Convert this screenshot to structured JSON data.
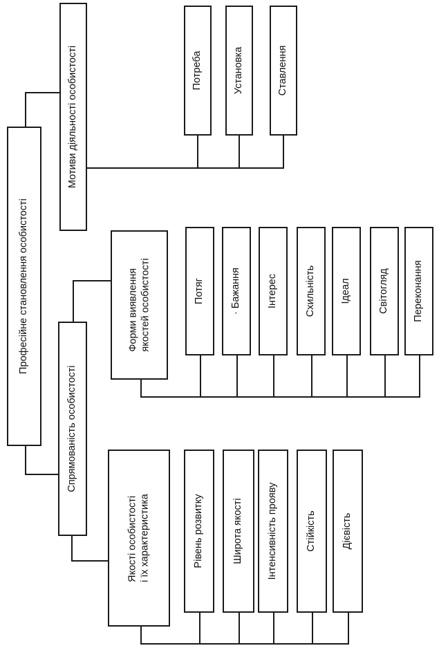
{
  "diagram": {
    "root": "Професійне становлення особистості",
    "motives": {
      "title": "Мотиви діяльності особистості",
      "items": [
        "Потреба",
        "Установка",
        "Ставлення"
      ]
    },
    "orientation": {
      "title": "Спрямованість особистості",
      "forms": {
        "title_line1": "Форми виявлення",
        "title_line2": "якостей особистості",
        "items": [
          "Потяг",
          "· Бажання",
          "Інтерес",
          "Схильність",
          "Ідеал",
          "Світогляд",
          "Переконання"
        ]
      },
      "qualities": {
        "title_line1": "Якості особистості",
        "title_line2": "і їх характеристика",
        "items": [
          "Рівень розвитку",
          "Широта якості",
          "Інтенсивність прояву",
          "Стійкість",
          "Дієвість"
        ]
      }
    }
  }
}
